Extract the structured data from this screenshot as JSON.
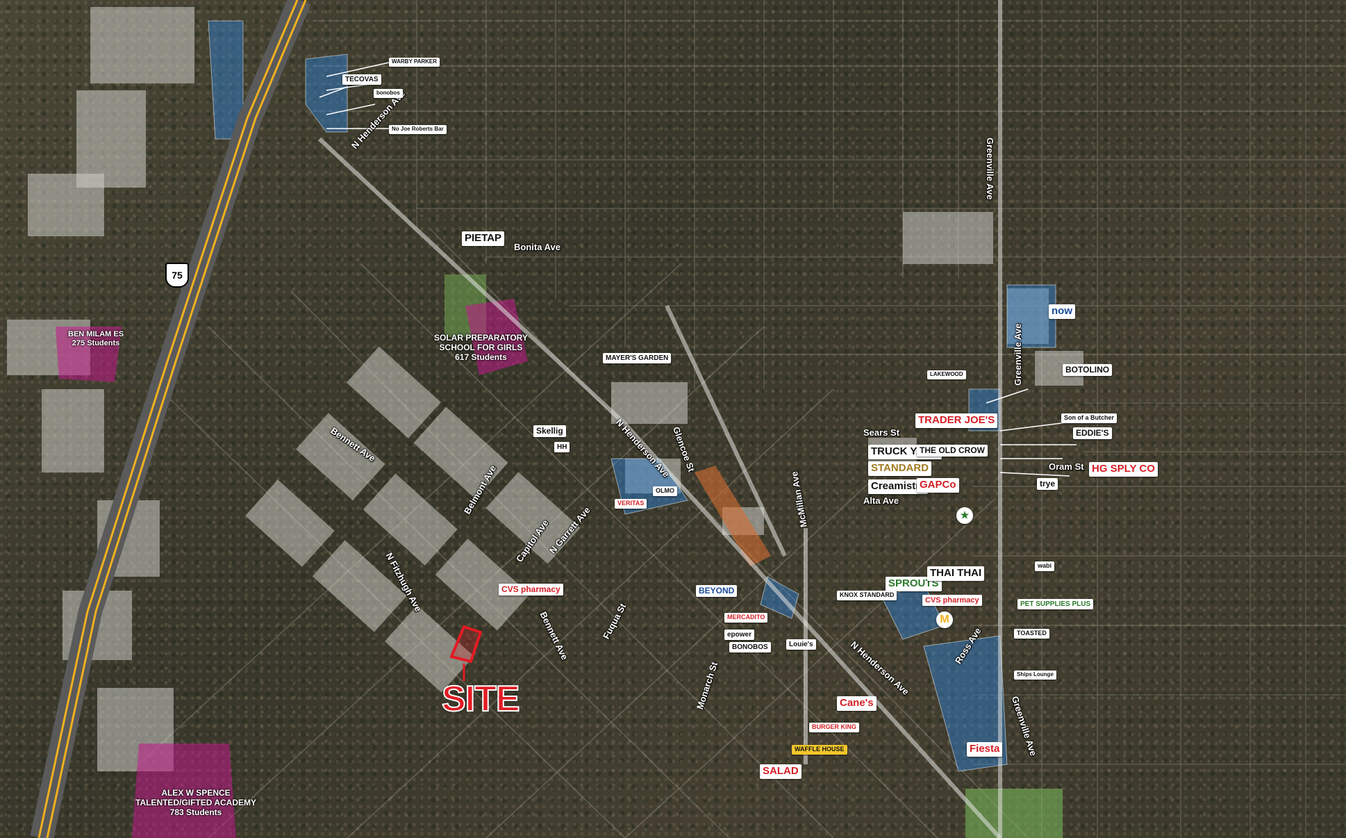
{
  "highway": {
    "route_number": "75"
  },
  "site": {
    "label": "SITE"
  },
  "streets": [
    {
      "id": "n-henderson-north",
      "name": "N Henderson Ave"
    },
    {
      "id": "bonita",
      "name": "Bonita Ave"
    },
    {
      "id": "bennett-west",
      "name": "Bennett Ave"
    },
    {
      "id": "belmont",
      "name": "Belmont Ave"
    },
    {
      "id": "n-henderson-mid",
      "name": "N Henderson Ave"
    },
    {
      "id": "glencoe",
      "name": "Glencoe St"
    },
    {
      "id": "capitol",
      "name": "Capitol Ave"
    },
    {
      "id": "n-garrett",
      "name": "N Garrett Ave"
    },
    {
      "id": "n-fitzhugh",
      "name": "N Fitzhugh Ave"
    },
    {
      "id": "bennett-south",
      "name": "Bennett Ave"
    },
    {
      "id": "fuqua",
      "name": "Fuqua St"
    },
    {
      "id": "monarch",
      "name": "Monarch St"
    },
    {
      "id": "mcmillan",
      "name": "McMillan Ave"
    },
    {
      "id": "n-henderson-south",
      "name": "N Henderson Ave"
    },
    {
      "id": "ross",
      "name": "Ross Ave"
    },
    {
      "id": "greenville-north",
      "name": "Greenville Ave"
    },
    {
      "id": "greenville-mid",
      "name": "Greenville Ave"
    },
    {
      "id": "greenville-south",
      "name": "Greenville Ave"
    },
    {
      "id": "sears",
      "name": "Sears St"
    },
    {
      "id": "alta",
      "name": "Alta Ave"
    },
    {
      "id": "oram",
      "name": "Oram St"
    }
  ],
  "schools": [
    {
      "id": "ben-milam",
      "name": "BEN MILAM ES",
      "students": "275 Students"
    },
    {
      "id": "solar-prep",
      "name_line1": "SOLAR PREPARATORY",
      "name_line2": "SCHOOL FOR GIRLS",
      "students": "617 Students"
    },
    {
      "id": "alex-spence",
      "name_line1": "ALEX W SPENCE",
      "name_line2": "TALENTED/GIFTED ACADEMY",
      "students": "783 Students"
    }
  ],
  "pois": [
    {
      "id": "warby-parker",
      "label": "WARBY PARKER"
    },
    {
      "id": "tecovas",
      "label": "TECOVAS"
    },
    {
      "id": "bonobos-top",
      "label": "bonobos"
    },
    {
      "id": "joe-roberts",
      "label": "No Joe Roberts Bar"
    },
    {
      "id": "pietap",
      "label": "PIETAP"
    },
    {
      "id": "mayers-garden",
      "label": "MAYER'S GARDEN"
    },
    {
      "id": "skellig",
      "label": "Skellig"
    },
    {
      "id": "hh",
      "label": "HH"
    },
    {
      "id": "veritas",
      "label": "VERITAS"
    },
    {
      "id": "olmo",
      "label": "OLMO"
    },
    {
      "id": "cvs-west",
      "label": "CVS pharmacy"
    },
    {
      "id": "beyond",
      "label": "BEYOND"
    },
    {
      "id": "mercadito",
      "label": "MERCADITO"
    },
    {
      "id": "kepower",
      "label": "epower"
    },
    {
      "id": "bonobos-south",
      "label": "BONOBOS"
    },
    {
      "id": "louies",
      "label": "Louie's"
    },
    {
      "id": "sprouts",
      "label": "SPROUTS"
    },
    {
      "id": "cvs-east",
      "label": "CVS pharmacy"
    },
    {
      "id": "thai-thai",
      "label": "THAI THAI"
    },
    {
      "id": "knox-standard",
      "label": "KNOX STANDARD"
    },
    {
      "id": "truck-yard",
      "label": "TRUCK YARD"
    },
    {
      "id": "old-crow",
      "label": "THE OLD CROW"
    },
    {
      "id": "standard",
      "label": "STANDARD"
    },
    {
      "id": "creamistry",
      "label": "Creamistry"
    },
    {
      "id": "gapco",
      "label": "GAPCo"
    },
    {
      "id": "trader-joes",
      "label": "TRADER JOE'S"
    },
    {
      "id": "botolino",
      "label": "BOTOLINO"
    },
    {
      "id": "sams-club",
      "label": "now"
    },
    {
      "id": "son-of-butcher",
      "label": "Son of a Butcher"
    },
    {
      "id": "eddies",
      "label": "EDDIE'S"
    },
    {
      "id": "hg-sply",
      "label": "HG SPLY CO"
    },
    {
      "id": "trye",
      "label": "trye"
    },
    {
      "id": "pet-supplies",
      "label": "PET SUPPLIES PLUS"
    },
    {
      "id": "toasted",
      "label": "TOASTED"
    },
    {
      "id": "canes",
      "label": "Cane's"
    },
    {
      "id": "burger-king",
      "label": "BURGER KING"
    },
    {
      "id": "waffle-house",
      "label": "WAFFLE HOUSE"
    },
    {
      "id": "salad",
      "label": "SALAD"
    },
    {
      "id": "fiesta",
      "label": "Fiesta"
    },
    {
      "id": "starbucks",
      "label": "★"
    },
    {
      "id": "mcdonalds",
      "label": "M"
    },
    {
      "id": "wabi",
      "label": "wabi"
    },
    {
      "id": "lakewood",
      "label": "LAKEWOOD"
    },
    {
      "id": "ships-lounge",
      "label": "Ships Lounge"
    }
  ],
  "colors": {
    "site": "#e31b23",
    "retail_overlay": "#2f7fd0",
    "school_overlay": "#c2198a",
    "highway": "#f2b01e"
  }
}
